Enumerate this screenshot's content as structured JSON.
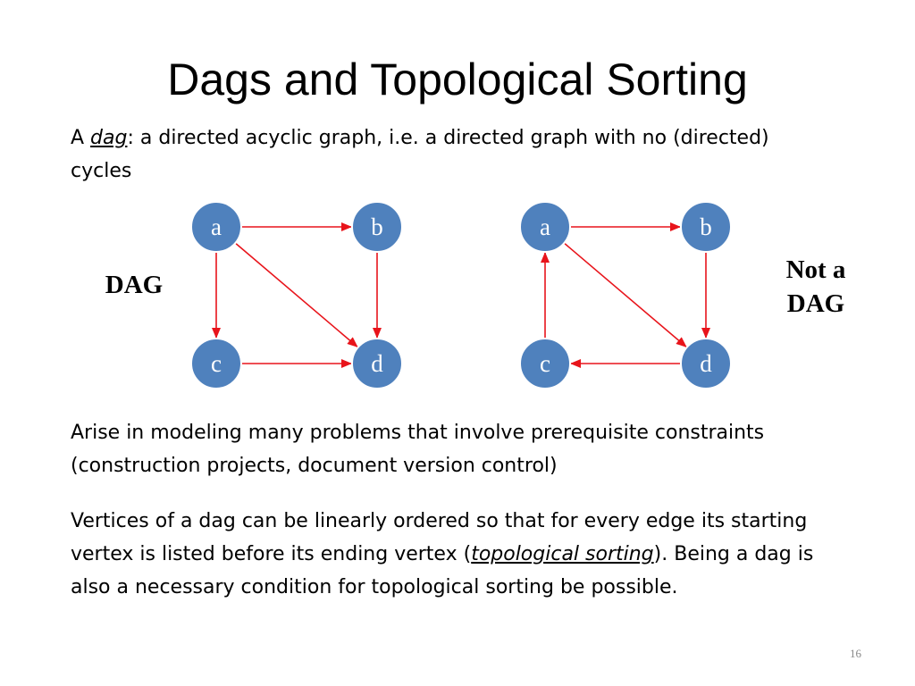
{
  "slide": {
    "title": "Dags and Topological Sorting",
    "intro": {
      "prefix": "A ",
      "term": "dag",
      "suffix": ": a directed acyclic graph, i.e. a directed graph with no (directed) cycles"
    },
    "para2": "Arise in modeling many problems that involve prerequisite constraints (construction projects, document version control)",
    "para3": {
      "before": "Vertices of a dag can be linearly ordered so that for every edge its starting vertex is listed before its ending vertex (",
      "term": "topological sorting",
      "after": ").  Being a dag is also a necessary condition for topological sorting be possible."
    },
    "label_dag": "DAG",
    "label_not_dag": "Not a DAG",
    "page_number": "16"
  },
  "colors": {
    "node_fill": "#4f81bd",
    "node_stroke": "#ffffff",
    "edge": "#e8141b"
  },
  "graphs": [
    {
      "name": "dag",
      "nodes": [
        {
          "id": "a",
          "label": "a"
        },
        {
          "id": "b",
          "label": "b"
        },
        {
          "id": "c",
          "label": "c"
        },
        {
          "id": "d",
          "label": "d"
        }
      ],
      "edges": [
        {
          "from": "a",
          "to": "b"
        },
        {
          "from": "a",
          "to": "c"
        },
        {
          "from": "a",
          "to": "d"
        },
        {
          "from": "b",
          "to": "d"
        },
        {
          "from": "c",
          "to": "d"
        }
      ]
    },
    {
      "name": "not-dag",
      "nodes": [
        {
          "id": "a",
          "label": "a"
        },
        {
          "id": "b",
          "label": "b"
        },
        {
          "id": "c",
          "label": "c"
        },
        {
          "id": "d",
          "label": "d"
        }
      ],
      "edges": [
        {
          "from": "a",
          "to": "b"
        },
        {
          "from": "b",
          "to": "d"
        },
        {
          "from": "a",
          "to": "d"
        },
        {
          "from": "d",
          "to": "c"
        },
        {
          "from": "c",
          "to": "a"
        }
      ]
    }
  ]
}
